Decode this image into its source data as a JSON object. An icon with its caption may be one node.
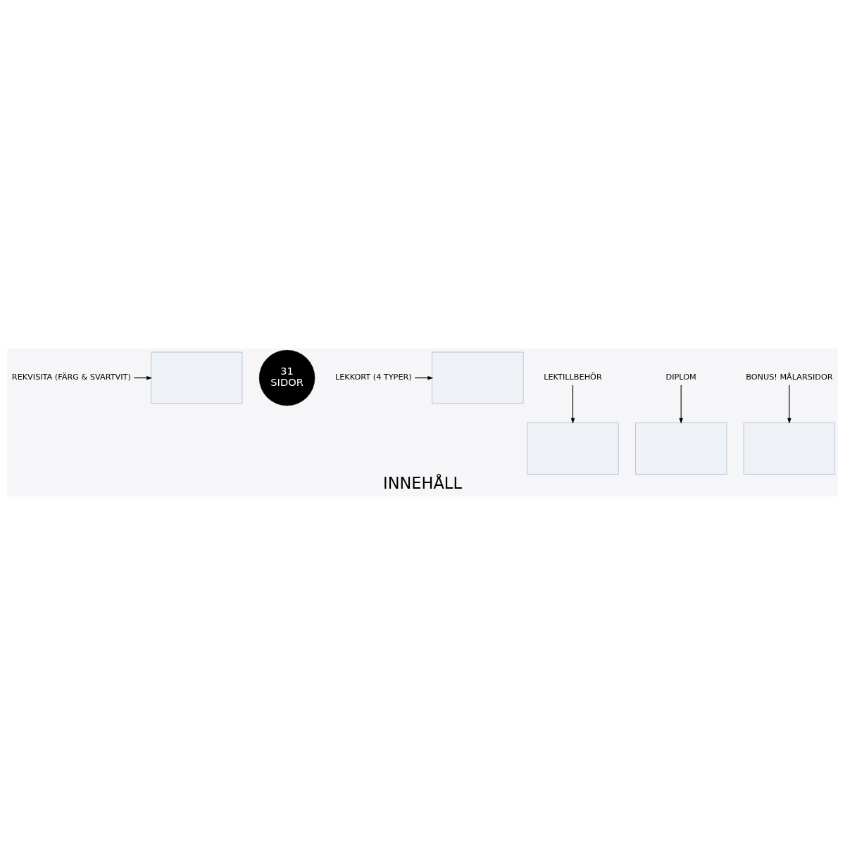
{
  "diagram": {
    "title": "INNEHÅLL",
    "nodes": [
      {
        "text": [
          "REKVISITA (FÄRG & SVARTVIT)"
        ]
      },
      {
        "text": [],
        "shape": "box"
      },
      {
        "text": [
          "31",
          "SIDOR"
        ]
      },
      {
        "text": [],
        "shape": "box"
      },
      {
        "text": [
          "LEKKORT (4 TYPER)"
        ]
      },
      {
        "text": [],
        "shape": "box"
      },
      {
        "text": [
          "LEKTILLBEHÖR"
        ]
      },
      {
        "text": [],
        "shape": "box"
      },
      {
        "text": [
          "DIPLOM"
        ]
      },
      {
        "text": [],
        "shape": "box"
      },
      {
        "text": [
          "BONUS! MÅLARSIDOR"
        ]
      }
    ],
    "edges": [
      {
        "from": 0,
        "to": 1,
        "arrow": "to"
      },
      {
        "from": 4,
        "to": 3,
        "arrow": "to"
      },
      {
        "from": 6,
        "to": 5,
        "arrow": "to"
      },
      {
        "from": 8,
        "to": 7,
        "arrow": "to"
      },
      {
        "from": 10,
        "to": 9,
        "arrow": "to"
      }
    ]
  }
}
